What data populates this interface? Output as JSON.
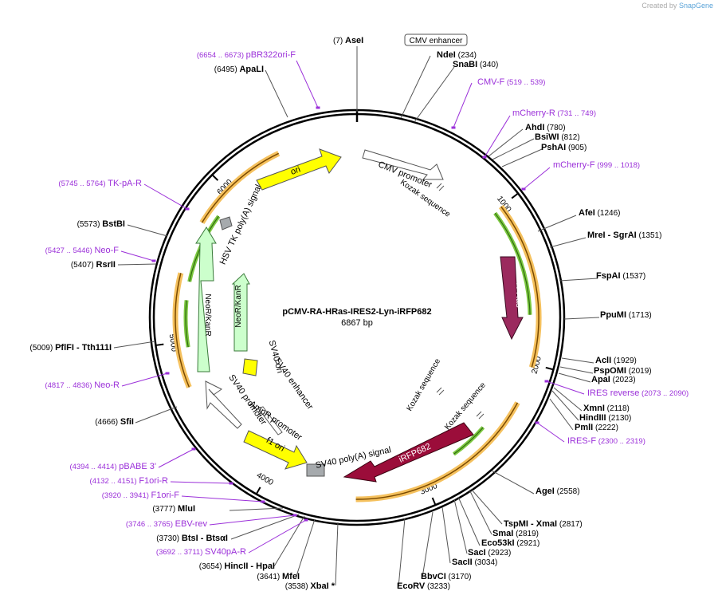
{
  "brand": {
    "created_by": "Created by",
    "logo_text": "SnapGene"
  },
  "map": {
    "name": "pCMV-RA-HRas-IRES2-Lyn-iRFP682",
    "length_label": "6867 bp",
    "length": 6867
  },
  "colors": {
    "primer": "#9b30d9",
    "site": "#000000",
    "ori": "#ffff00",
    "resistance": "#ccffcc",
    "hras": "#9b2a5e",
    "irfp": "#9b0d3a",
    "orf_orange": "#f5c15e",
    "orf_green": "#7cc840",
    "grey_box": "#a6aaad"
  },
  "ticks": [
    {
      "label": "1000",
      "bp": 1000
    },
    {
      "label": "2000",
      "bp": 2000
    },
    {
      "label": "3000",
      "bp": 3000
    },
    {
      "label": "4000",
      "bp": 4000
    },
    {
      "label": "5000",
      "bp": 5000
    },
    {
      "label": "6000",
      "bp": 6000
    }
  ],
  "features": [
    {
      "name": "CMV enhancer",
      "type": "box",
      "bp": 180
    },
    {
      "name": "CMV promoter",
      "type": "promoter",
      "bp": 500
    },
    {
      "name": "Kozak sequence",
      "type": "small",
      "bp": 720
    },
    {
      "name": "H-Ras",
      "type": "cds",
      "bp": 1400
    },
    {
      "name": "Kozak sequence",
      "type": "small",
      "bp": 2330
    },
    {
      "name": "Kozak sequence",
      "type": "small",
      "bp": 2740
    },
    {
      "name": "iRFP682",
      "type": "cds",
      "bp": 3200
    },
    {
      "name": "SV40 poly(A) signal",
      "type": "polyA",
      "bp": 3660
    },
    {
      "name": "f1 ori",
      "type": "ori",
      "bp": 3960
    },
    {
      "name": "AmpR promoter",
      "type": "promoter",
      "bp": 4100
    },
    {
      "name": "SV40 promoter",
      "type": "promoter",
      "bp": 4400
    },
    {
      "name": "SV40 enhancer",
      "type": "small",
      "bp": 4700
    },
    {
      "name": "SV40 ori",
      "type": "small",
      "bp": 4900
    },
    {
      "name": "NeoR/KanR",
      "type": "cds",
      "bp": 5000
    },
    {
      "name": "NeoR/KanR",
      "type": "cds",
      "bp": 5200
    },
    {
      "name": "HSV TK poly(A) signal",
      "type": "polyA",
      "bp": 5750
    },
    {
      "name": "ori",
      "type": "ori",
      "bp": 6400
    }
  ],
  "sites": [
    {
      "name": "AseI",
      "pos": "(7)"
    },
    {
      "name": "NdeI",
      "pos": "(234)"
    },
    {
      "name": "SnaBI",
      "pos": "(340)"
    },
    {
      "name": "AhdI",
      "pos": "(780)"
    },
    {
      "name": "BsiWI",
      "pos": "(812)"
    },
    {
      "name": "PshAI",
      "pos": "(905)"
    },
    {
      "name": "AfeI",
      "pos": "(1246)"
    },
    {
      "name": "MreI",
      "extra": " - SgrAI",
      "pos": "(1351)"
    },
    {
      "name": "FspAI",
      "pos": "(1537)"
    },
    {
      "name": "PpuMI",
      "pos": "(1713)"
    },
    {
      "name": "AclI",
      "pos": "(1929)"
    },
    {
      "name": "PspOMI",
      "pos": "(2019)"
    },
    {
      "name": "ApaI",
      "pos": "(2023)"
    },
    {
      "name": "XmnI",
      "pos": "(2118)"
    },
    {
      "name": "HindIII",
      "pos": "(2130)"
    },
    {
      "name": "PmlI",
      "pos": "(2222)"
    },
    {
      "name": "AgeI",
      "pos": "(2558)"
    },
    {
      "name": "TspMI",
      "extra": " - XmaI",
      "pos": "(2817)"
    },
    {
      "name": "SmaI",
      "pos": "(2819)"
    },
    {
      "name": "Eco53kI",
      "pos": "(2921)"
    },
    {
      "name": "SacI",
      "pos": "(2923)"
    },
    {
      "name": "SacII",
      "pos": "(3034)"
    },
    {
      "name": "BbvCI",
      "pos": "(3170)"
    },
    {
      "name": "EcoRV",
      "pos": "(3233)"
    },
    {
      "name": "XbaI *",
      "pos": "(3538)"
    },
    {
      "name": "MfeI",
      "pos": "(3641)"
    },
    {
      "name": "HincII",
      "extra": " - HpaI",
      "pos": "(3654)"
    },
    {
      "name": "BtsI",
      "extra": " - BtsαI",
      "pos": "(3730)"
    },
    {
      "name": "MluI",
      "pos": "(3777)"
    },
    {
      "name": "SfiI",
      "pos": "(4666)"
    },
    {
      "name": "PflFI",
      "extra": " - Tth111I",
      "pos": "(5009)"
    },
    {
      "name": "RsrII",
      "pos": "(5407)"
    },
    {
      "name": "BstBI",
      "pos": "(5573)"
    },
    {
      "name": "ApaLI",
      "pos": "(6495)"
    }
  ],
  "primers": [
    {
      "name": "CMV-F",
      "range": "(519 .. 539)"
    },
    {
      "name": "mCherry-R",
      "range": "(731 .. 749)"
    },
    {
      "name": "mCherry-F",
      "range": "(999 .. 1018)"
    },
    {
      "name": "IRES reverse",
      "range": "(2073 .. 2090)"
    },
    {
      "name": "IRES-F",
      "range": "(2300 .. 2319)"
    },
    {
      "name": "pBABE 3'",
      "range": "(4394 .. 4414)"
    },
    {
      "name": "F1ori-R",
      "range": "(4132 .. 4151)"
    },
    {
      "name": "F1ori-F",
      "range": "(3920 .. 3941)"
    },
    {
      "name": "EBV-rev",
      "range": "(3746 .. 3765)"
    },
    {
      "name": "SV40pA-R",
      "range": "(3692 .. 3711)"
    },
    {
      "name": "Neo-R",
      "range": "(4817 .. 4836)"
    },
    {
      "name": "Neo-F",
      "range": "(5427 .. 5446)"
    },
    {
      "name": "TK-pA-R",
      "range": "(5745 .. 5764)"
    },
    {
      "name": "pBR322ori-F",
      "range": "(6654 .. 6673)"
    }
  ]
}
